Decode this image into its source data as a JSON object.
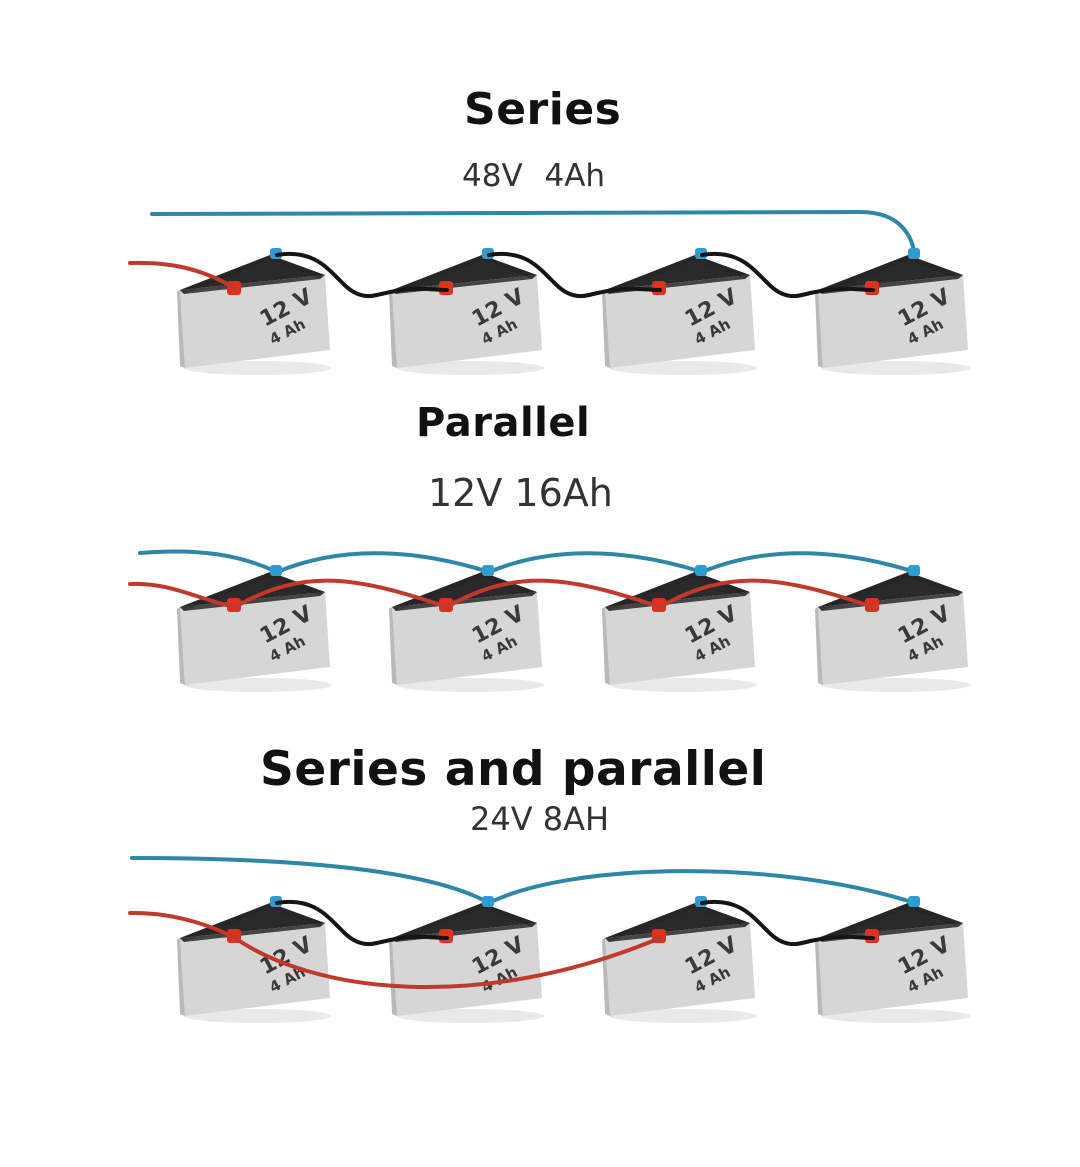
{
  "sections": [
    {
      "title": "Series",
      "subtitle": "48V  4Ah"
    },
    {
      "title": "Parallel",
      "subtitle": "12V 16Ah"
    },
    {
      "title": "Series and parallel",
      "subtitle": "24V 8AH"
    }
  ],
  "battery": {
    "voltage": "12 V",
    "capacity": "4 Ah"
  },
  "colors": {
    "positive_wire": "#c0392b",
    "negative_wire": "#2e86a8",
    "jumper_wire": "#151515",
    "battery_top": "#2a2a2a",
    "battery_body": "#d6d6d6",
    "positive_terminal": "#e0301e",
    "negative_terminal": "#2f9bd0"
  }
}
